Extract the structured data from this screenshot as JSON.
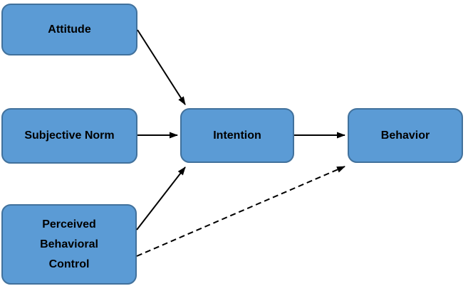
{
  "diagram": {
    "background": "#FFFFFF",
    "colors": {
      "node_fill": "#5B9BD5",
      "node_border": "#41719C",
      "arrow": "#000000",
      "text": "#000000"
    },
    "nodes": {
      "attitude": {
        "label": "Attitude"
      },
      "subjective_norm": {
        "label": "Subjective Norm"
      },
      "perceived_behavioral_control": {
        "label": "Perceived\nBehavioral\nControl"
      },
      "intention": {
        "label": "Intention"
      },
      "behavior": {
        "label": "Behavior"
      }
    },
    "edges": [
      {
        "from": "Attitude",
        "to": "Intention",
        "line": "solid",
        "arrowhead": "end"
      },
      {
        "from": "Subjective Norm",
        "to": "Intention",
        "line": "solid",
        "arrowhead": "end"
      },
      {
        "from": "Perceived Behavioral Control",
        "to": "Intention",
        "line": "solid",
        "arrowhead": "end"
      },
      {
        "from": "Intention",
        "to": "Behavior",
        "line": "solid",
        "arrowhead": "end"
      },
      {
        "from": "Perceived Behavioral Control",
        "to": "Behavior",
        "line": "dashed",
        "arrowhead": "end"
      }
    ]
  }
}
